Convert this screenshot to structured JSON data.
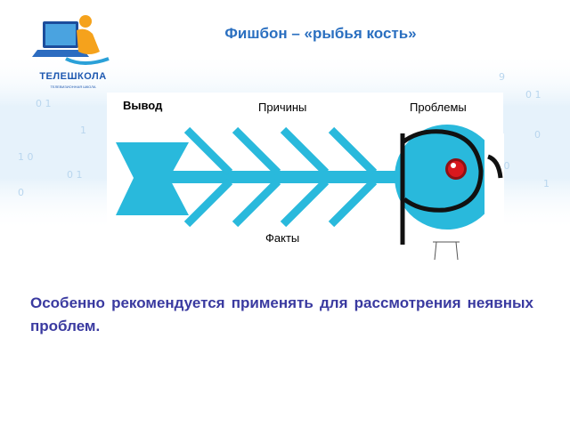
{
  "slide": {
    "title": "Фишбон – «рыбья кость»",
    "body_text": "Особенно рекомендуется применять для рассмотрения неявных проблем."
  },
  "logo": {
    "name": "ТЕЛЕШКОЛА",
    "tagline": "ТЕЛЕВИЗИОННАЯ ШКОЛА"
  },
  "diagram": {
    "labels": {
      "conclusion": "Вывод",
      "causes": "Причины",
      "problems": "Проблемы",
      "facts": "Факты"
    },
    "colors": {
      "bone": "#29b9dc",
      "head": "#29b9dc",
      "eye": "#d9181e"
    }
  }
}
